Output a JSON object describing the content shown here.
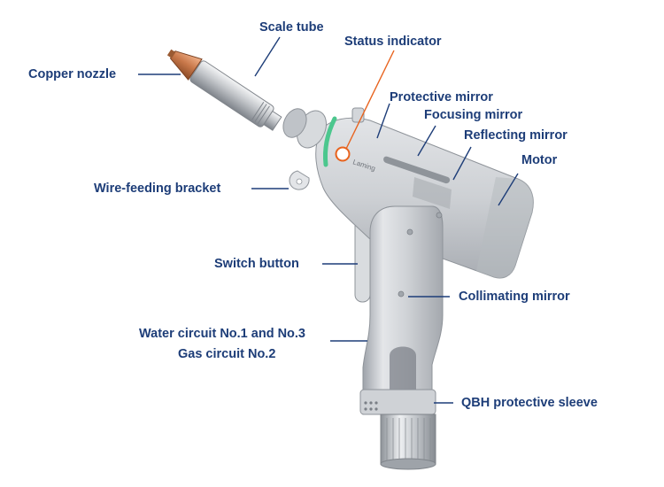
{
  "colors": {
    "label_text": "#1d3d78",
    "leader_line": "#1d3d78",
    "status_leader_line": "#e8631e",
    "body_metal": "#c9ccd1",
    "copper": "#c8784a",
    "status_ring": "#4cc78e"
  },
  "brand_text": "Laming",
  "labels": {
    "copper_nozzle": "Copper nozzle",
    "scale_tube": "Scale tube",
    "status_indicator": "Status indicator",
    "protective_mirror": "Protective mirror",
    "focusing_mirror": "Focusing mirror",
    "reflecting_mirror": "Reflecting mirror",
    "motor": "Motor",
    "wire_feeding_bracket": "Wire-feeding bracket",
    "switch_button": "Switch button",
    "collimating_mirror": "Collimating mirror",
    "water_circuit": "Water circuit No.1 and No.3",
    "gas_circuit": "Gas circuit No.2",
    "qbh_sleeve": "QBH protective sleeve"
  }
}
